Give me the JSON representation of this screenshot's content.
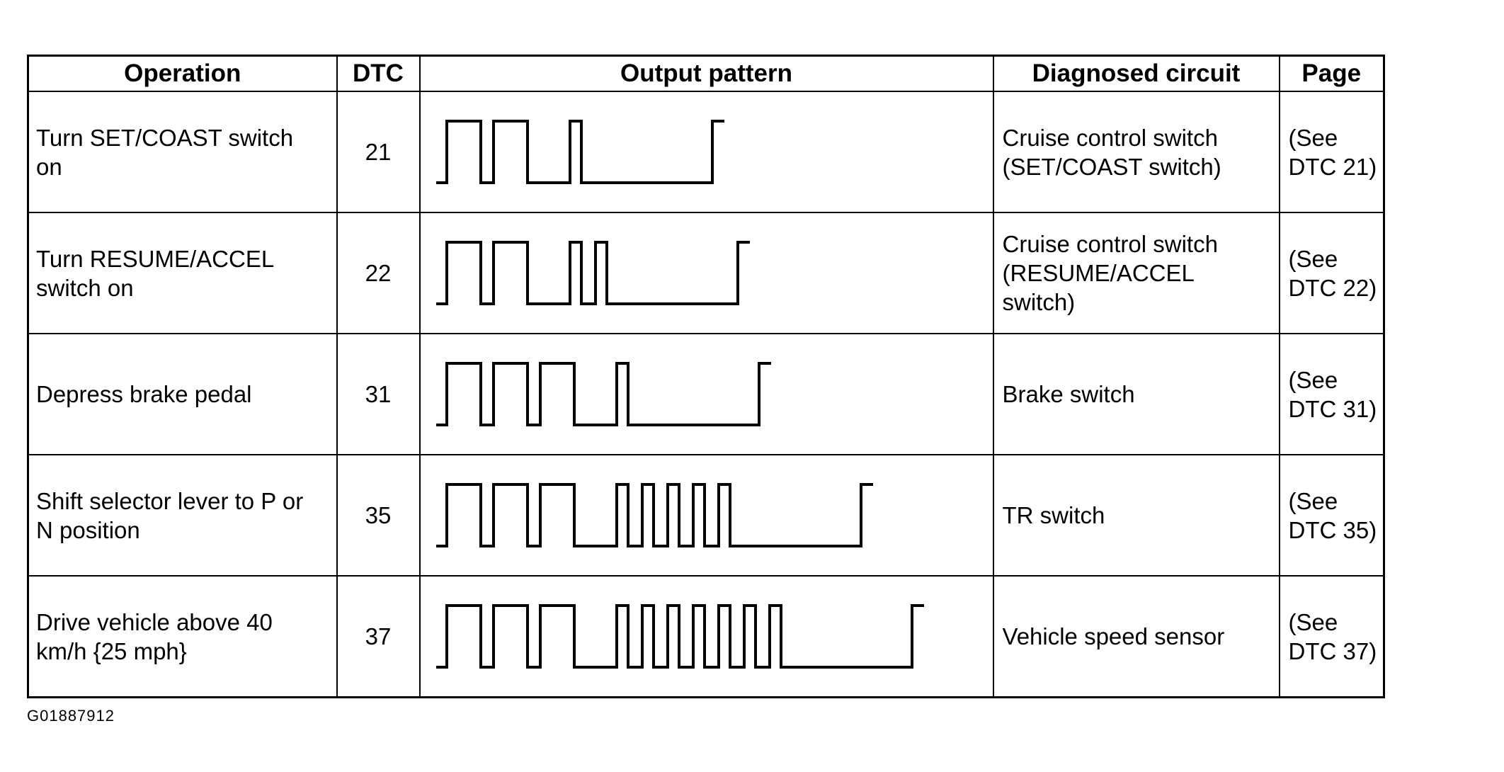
{
  "table": {
    "headers": {
      "operation": "Operation",
      "dtc": "DTC",
      "pattern": "Output pattern",
      "circuit": "Diagnosed circuit",
      "page": "Page"
    },
    "rows": [
      {
        "operation": "Turn SET/COAST switch\non",
        "dtc": "21",
        "pattern": [
          2,
          1
        ],
        "circuit": "Cruise control switch\n(SET/COAST switch)",
        "page": "(See\nDTC 21)"
      },
      {
        "operation": "Turn RESUME/ACCEL\nswitch on",
        "dtc": "22",
        "pattern": [
          2,
          2
        ],
        "circuit": "Cruise control switch\n(RESUME/ACCEL\nswitch)",
        "page": "(See\nDTC 22)"
      },
      {
        "operation": "Depress brake pedal",
        "dtc": "31",
        "pattern": [
          3,
          1
        ],
        "circuit": "Brake switch",
        "page": "(See\nDTC 31)"
      },
      {
        "operation": "Shift selector lever to P or\nN position",
        "dtc": "35",
        "pattern": [
          3,
          5
        ],
        "circuit": "TR switch",
        "page": "(See\nDTC 35)"
      },
      {
        "operation": "Drive vehicle above  40\nkm/h {25 mph}",
        "dtc": "37",
        "pattern": [
          3,
          7
        ],
        "circuit": "Vehicle speed sensor",
        "page": "(See\nDTC 37)"
      }
    ]
  },
  "figure_id": "G01887912",
  "colors": {
    "line": "#000000",
    "background": "#ffffff"
  }
}
